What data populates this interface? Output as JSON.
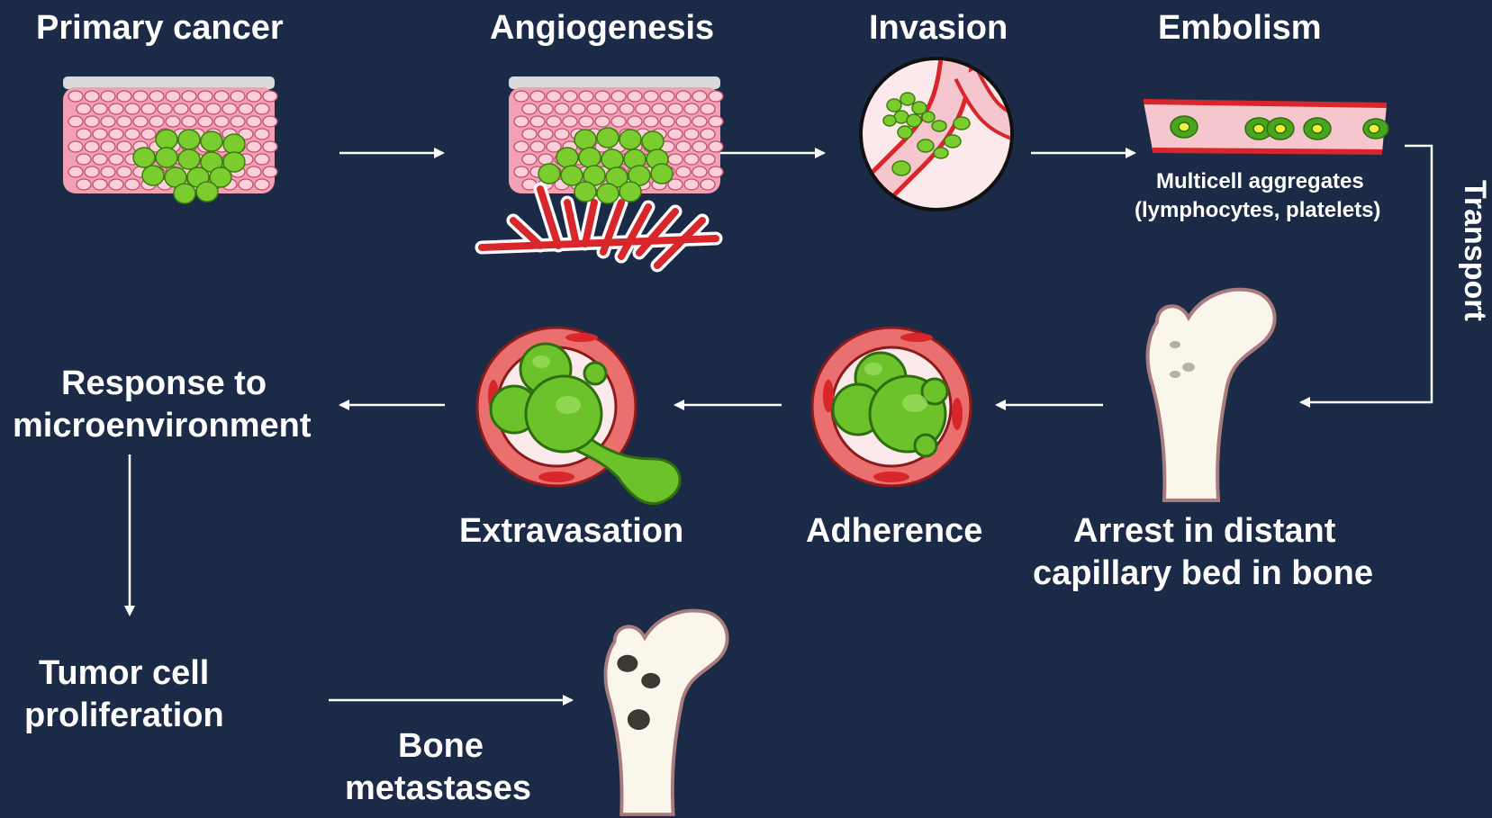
{
  "steps": {
    "primary_cancer": "Primary cancer",
    "angiogenesis": "Angiogenesis",
    "invasion": "Invasion",
    "embolism": "Embolism",
    "embolism_note_1": "Multicell aggregates",
    "embolism_note_2": "(lymphocytes, platelets)",
    "transport": "Transport",
    "arrest_1": "Arrest in distant",
    "arrest_2": "capillary bed in bone",
    "adherence": "Adherence",
    "extravasation": "Extravasation",
    "response_1": "Response to",
    "response_2": "microenvironment",
    "proliferation_1": "Tumor cell",
    "proliferation_2": "proliferation",
    "bone_met_1": "Bone",
    "bone_met_2": "metastases"
  },
  "colors": {
    "background": "#1b2a47",
    "tumor_green": "#6cc22a",
    "vessel_red": "#d8262b",
    "tissue_pink": "#f4a6b8",
    "bone": "#faf6ec",
    "arrow": "#ffffff"
  }
}
